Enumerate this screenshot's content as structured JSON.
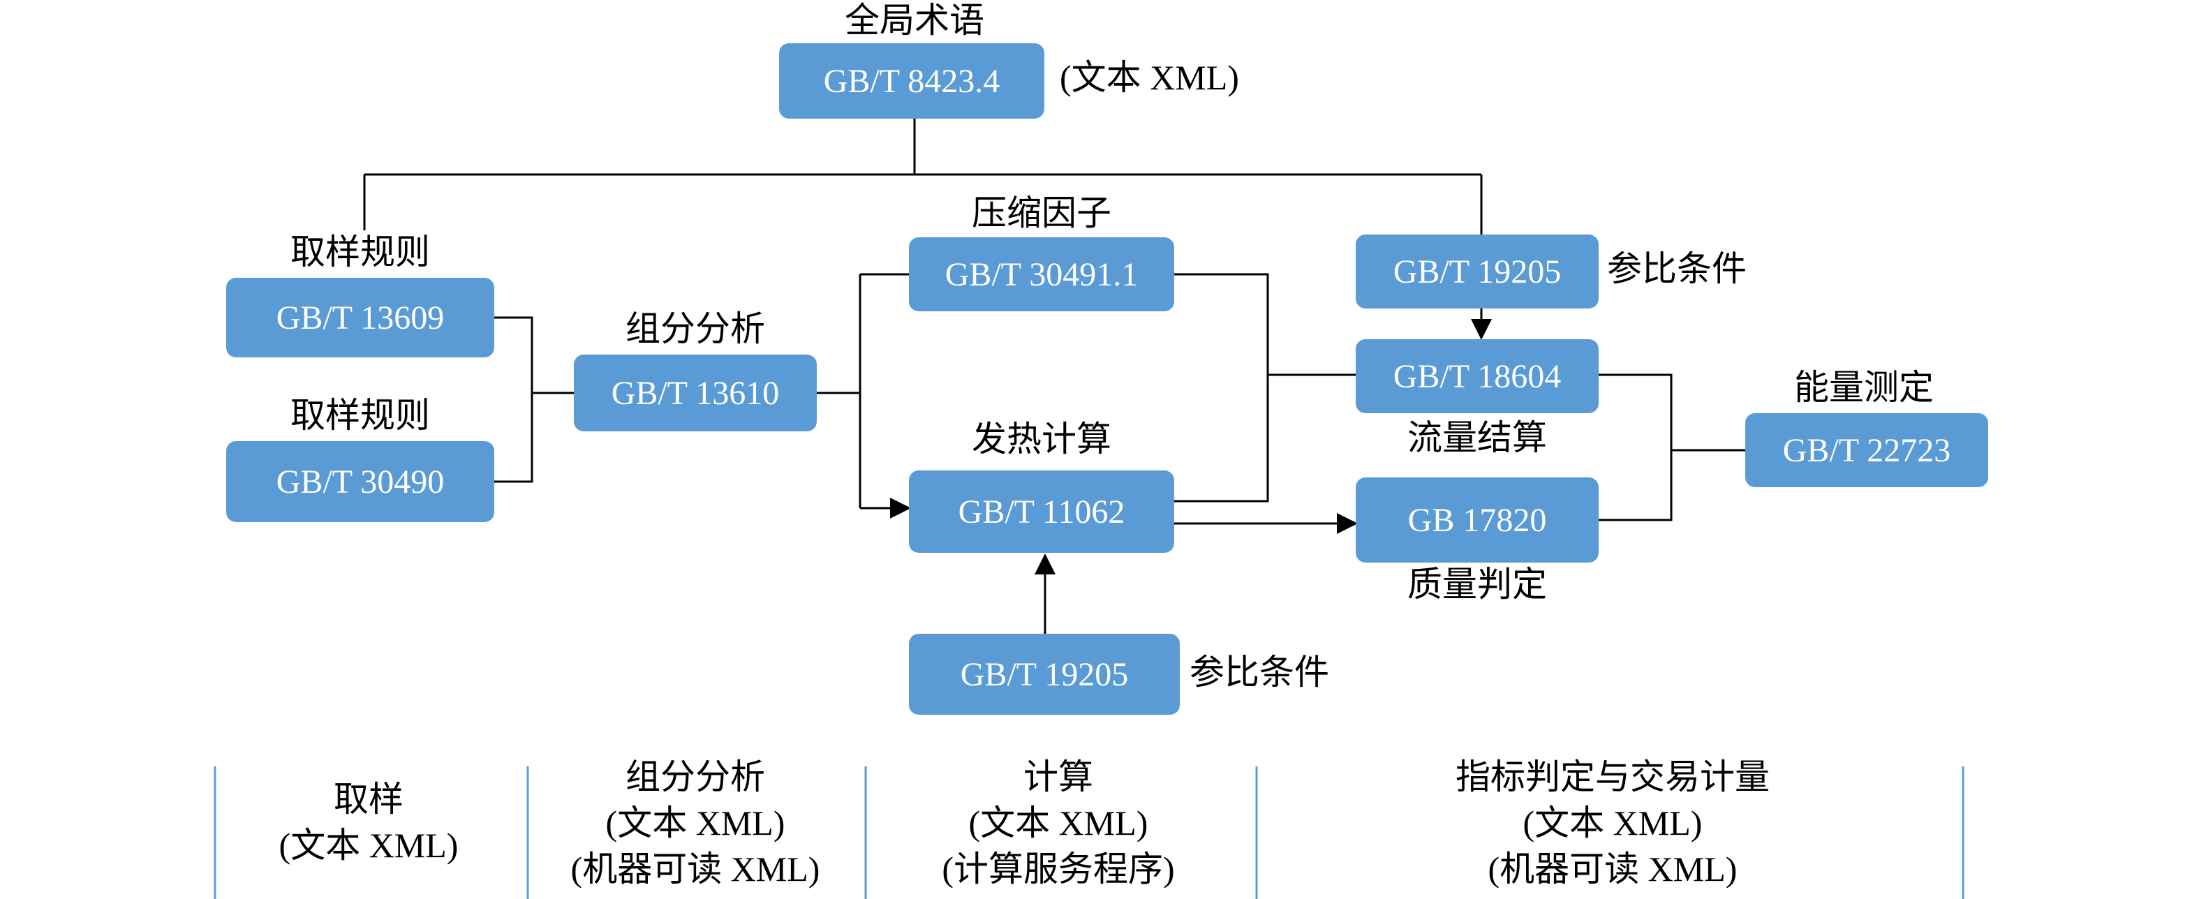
{
  "top": {
    "title": "全局术语",
    "code": "GB/T 8423.4",
    "format": "(文本 XML)"
  },
  "sampling": [
    {
      "title": "取样规则",
      "code": "GB/T 13609"
    },
    {
      "title": "取样规则",
      "code": "GB/T 30490"
    }
  ],
  "composition": {
    "title": "组分分析",
    "code": "GB/T 13610"
  },
  "compression": {
    "title": "压缩因子",
    "code": "GB/T 30491.1"
  },
  "calorific": {
    "title": "发热计算",
    "code": "GB/T 11062"
  },
  "reference_bottom": {
    "code": "GB/T 19205",
    "label": "参比条件"
  },
  "reference_top": {
    "code": "GB/T 19205",
    "label": "参比条件"
  },
  "flow": {
    "code": "GB/T 18604",
    "label": "流量结算"
  },
  "quality": {
    "code": "GB 17820",
    "label": "质量判定"
  },
  "energy": {
    "title": "能量测定",
    "code": "GB/T 22723"
  },
  "columns": [
    {
      "title": "取样",
      "lines": [
        "(文本 XML)"
      ]
    },
    {
      "title": "组分分析",
      "lines": [
        "(文本 XML)",
        "(机器可读 XML)"
      ]
    },
    {
      "title": "计算",
      "lines": [
        "(文本 XML)",
        "(计算服务程序)"
      ]
    },
    {
      "title": "指标判定与交易计量",
      "lines": [
        "(文本 XML)",
        "(机器可读 XML)"
      ]
    }
  ],
  "colors": {
    "box": "#5b9bd5",
    "box_text": "#ffffff",
    "connector": "#000000",
    "divider": "#5b9bd5"
  }
}
